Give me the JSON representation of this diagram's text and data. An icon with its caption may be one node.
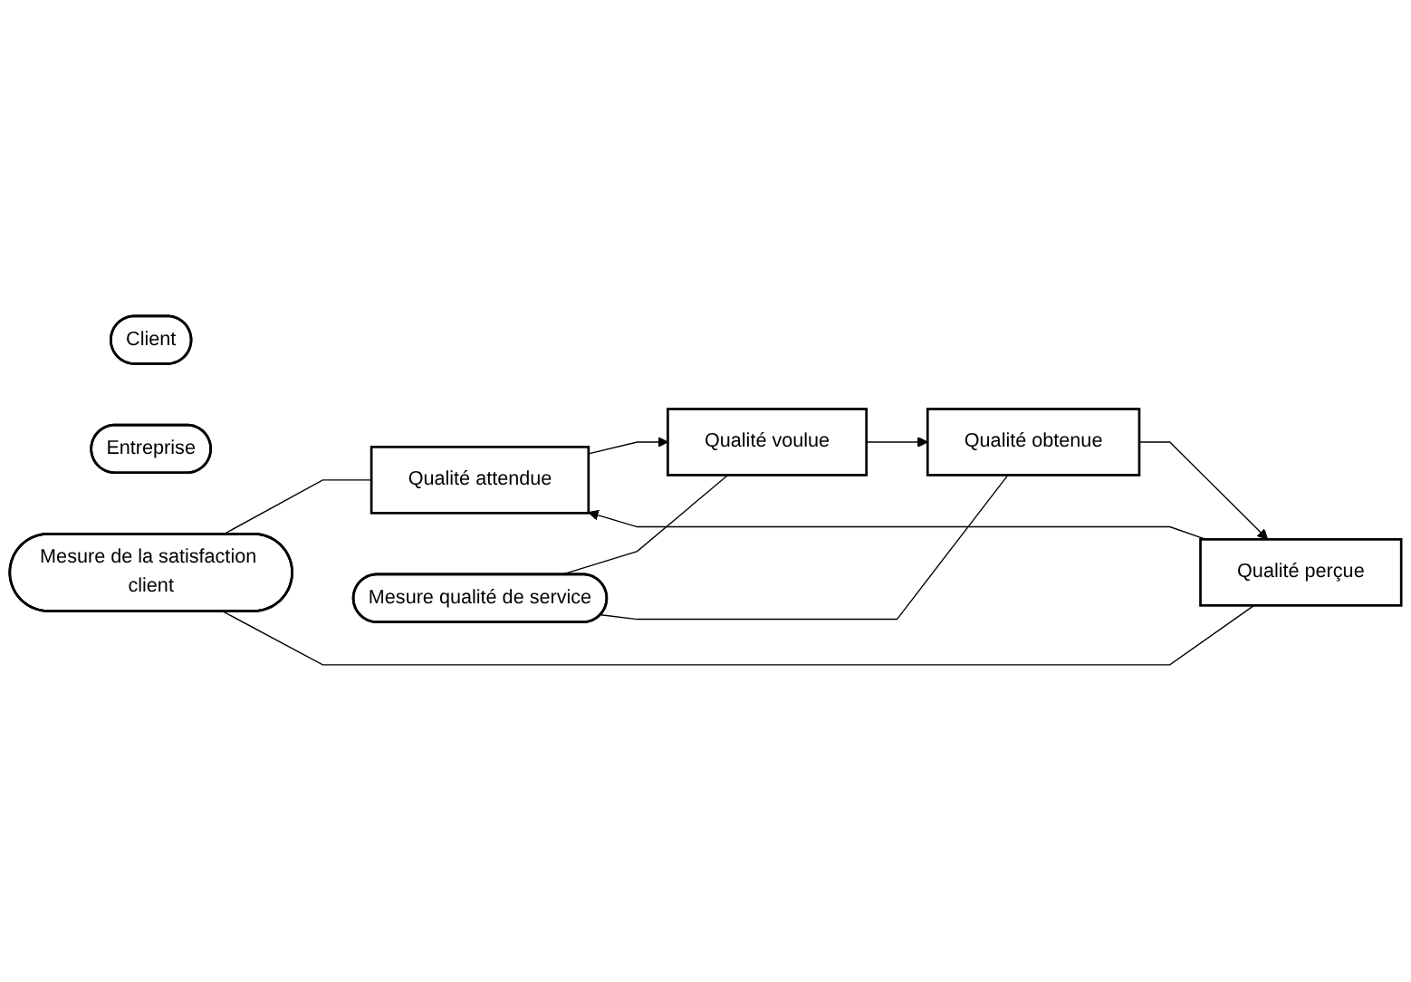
{
  "diagram": {
    "nodes": [
      {
        "text": [
          "Client"
        ]
      },
      {
        "text": [
          "Entreprise"
        ]
      },
      {
        "text": [
          "Qualité attendue"
        ]
      },
      {
        "text": [
          "Qualité voulue"
        ]
      },
      {
        "text": [
          "Mesure de la satisfaction client"
        ]
      },
      {
        "text": [
          "Mesure qualité de service"
        ]
      },
      {
        "text": [
          "Qualité perçue"
        ]
      },
      {
        "text": [
          "Qualité obtenue"
        ]
      }
    ],
    "edges": [
      {
        "from": 2,
        "to": 3,
        "arrow": "to"
      },
      {
        "from": 3,
        "to": 7,
        "arrow": "to"
      },
      {
        "from": 7,
        "to": 6,
        "arrow": "to"
      },
      {
        "from": 6,
        "to": 2,
        "arrow": "to"
      },
      {
        "from": 4,
        "to": 2,
        "arrow": "none"
      },
      {
        "from": 4,
        "to": 6,
        "arrow": "none"
      },
      {
        "from": 5,
        "to": 3,
        "arrow": "none"
      },
      {
        "from": 5,
        "to": 7,
        "arrow": "none"
      }
    ]
  }
}
